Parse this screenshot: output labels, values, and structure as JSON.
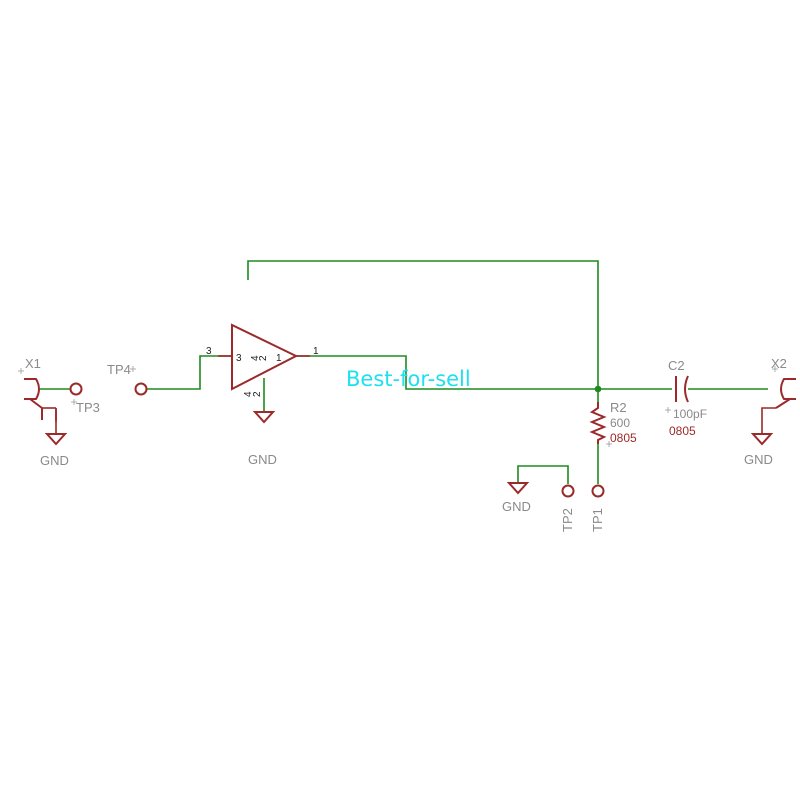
{
  "watermark": "Best-for-sell",
  "parts": {
    "x1": {
      "ref": "X1"
    },
    "x2": {
      "ref": "X2"
    },
    "tp1": {
      "ref": "TP1"
    },
    "tp2": {
      "ref": "TP2"
    },
    "tp3": {
      "ref": "TP3"
    },
    "tp4": {
      "ref": "TP4"
    },
    "r2": {
      "ref": "R2",
      "value": "600",
      "package": "0805"
    },
    "c2": {
      "ref": "C2",
      "value": "100pF",
      "package": "0805"
    },
    "opamp": {
      "pin_in": "3",
      "pin_out": "1",
      "pin_gnd": "4",
      "sym_in": "3",
      "sym_out": "1",
      "sym_top": "4",
      "sym_top2": "2",
      "sym_bot2": "2"
    }
  },
  "gnd_labels": [
    "GND",
    "GND",
    "GND",
    "GND"
  ],
  "colors": {
    "wire": "#1f8a1f",
    "symbol": "#9b2a2a",
    "label": "#8a8a8a",
    "watermark": "#1ee0ee"
  }
}
